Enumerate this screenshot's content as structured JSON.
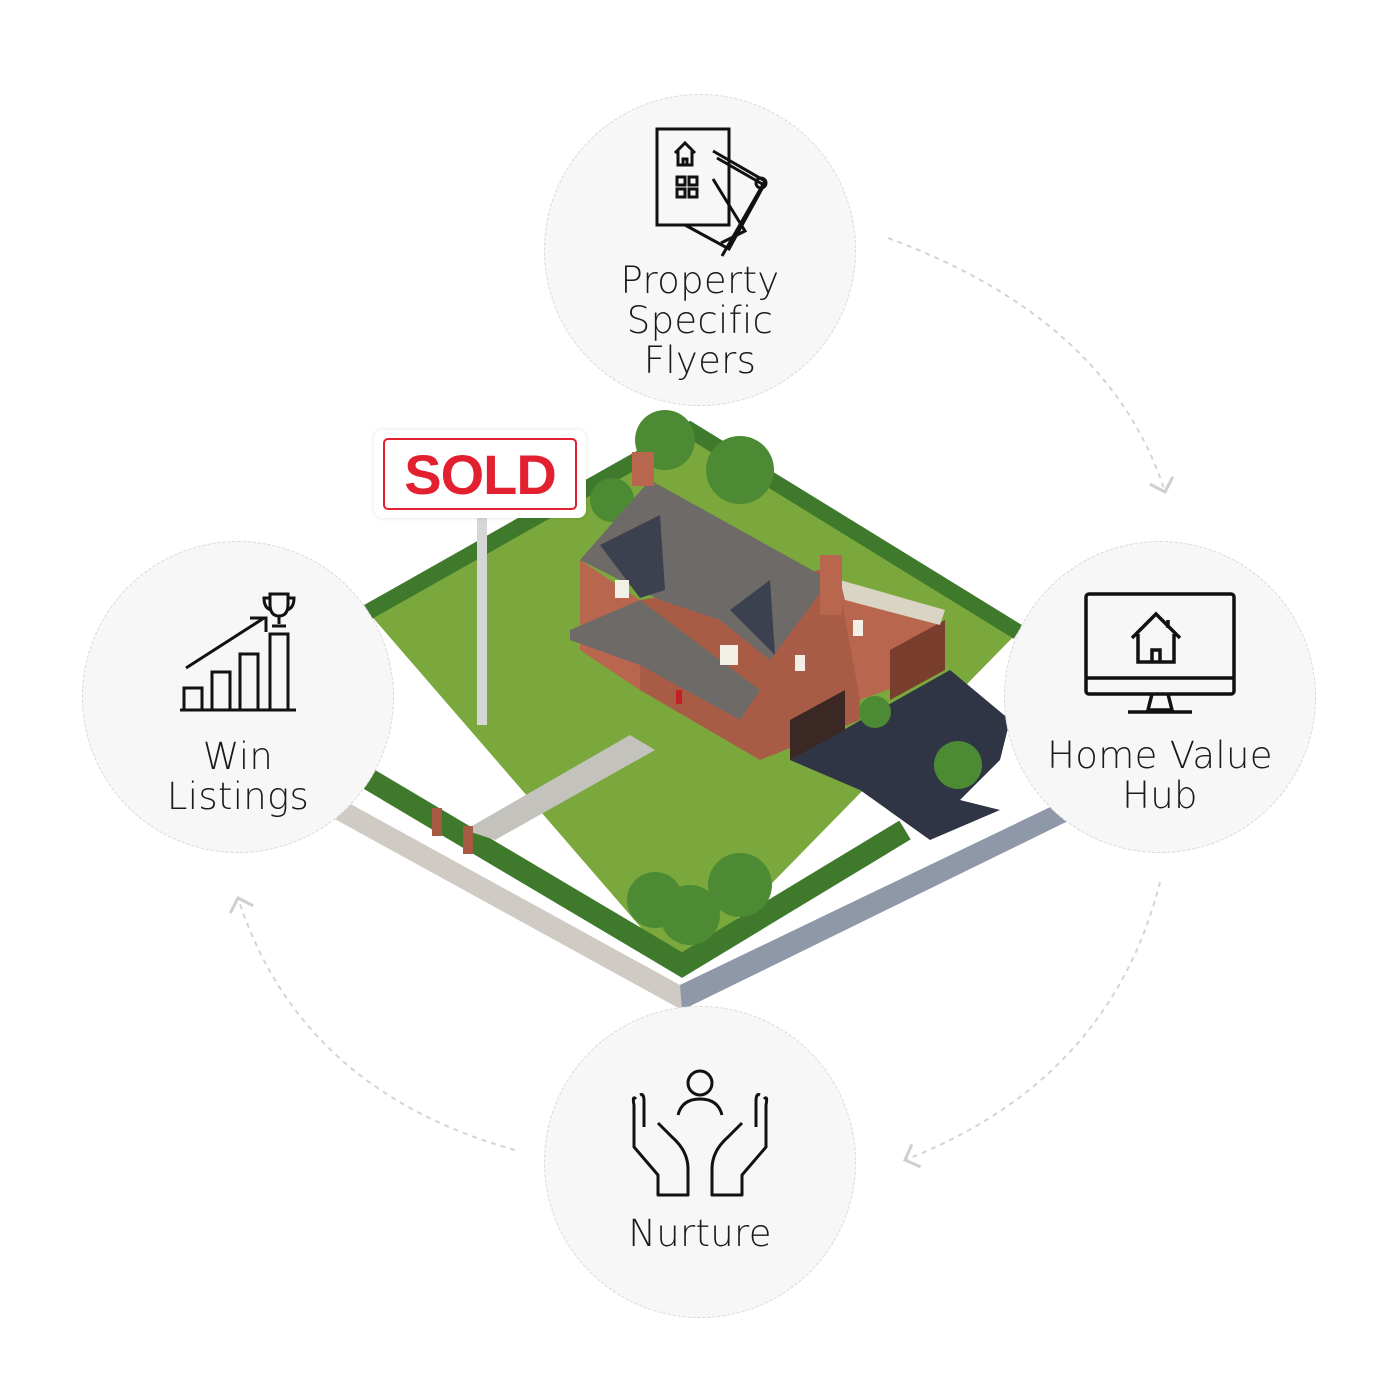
{
  "diagram": {
    "center": {
      "sign_text": "SOLD"
    },
    "nodes": [
      {
        "id": "top",
        "label_lines": [
          "Property",
          "Specific",
          "Flyers"
        ],
        "icon": "flyer-qr-icon"
      },
      {
        "id": "right",
        "label_lines": [
          "Home Value",
          "Hub"
        ],
        "icon": "monitor-house-icon"
      },
      {
        "id": "bottom",
        "label_lines": [
          "Nurture"
        ],
        "icon": "hands-person-icon"
      },
      {
        "id": "left",
        "label_lines": [
          "Win",
          "Listings"
        ],
        "icon": "growth-trophy-icon"
      }
    ],
    "flow": "clockwise",
    "colors": {
      "sign_red": "#e3202f",
      "grass": "#7aa83c",
      "hedge": "#3f7a2c",
      "brick": "#b8674e",
      "roof": "#6e6a68",
      "node_bg": "#f7f7f7",
      "arrow": "#cfcfcf"
    }
  }
}
